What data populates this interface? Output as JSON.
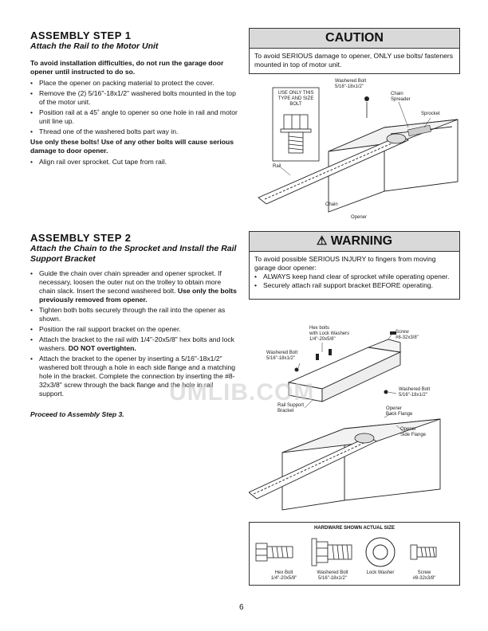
{
  "step1": {
    "title": "ASSEMBLY STEP 1",
    "subtitle": "Attach the Rail to the Motor Unit",
    "intro": "To avoid installation difficulties, do not run the garage door opener until instructed to do so.",
    "bullets": [
      "Place the opener on packing material to protect  the cover.",
      "Remove the (2) 5/16\"-18x1/2\" washered bolts mounted in the top of the motor unit.",
      "Position rail at a 45˚ angle to opener so one hole in rail and motor unit line up.",
      "Thread one of the washered bolts part way in."
    ],
    "warning_line": "Use only these bolts! Use of any other bolts will cause serious damage to door opener.",
    "bullet_last": "Align rail over sprocket. Cut tape from rail."
  },
  "caution": {
    "heading": "CAUTION",
    "text": "To avoid SERIOUS damage to opener, ONLY use bolts/ fasteners mounted in top of motor unit."
  },
  "figure1": {
    "box_text": "USE ONLY THIS TYPE AND SIZE BOLT",
    "label_washered_bolt": "Washered Bolt",
    "label_washered_bolt_size": "5/16\"-18x1/2\"",
    "label_chain_spreader": "Chain Spreader",
    "label_sprocket": "Sprocket",
    "label_rail": "Rail",
    "label_chain": "Chain",
    "label_opener": "Opener"
  },
  "step2": {
    "title": "ASSEMBLY STEP 2",
    "subtitle": "Attach the Chain to the Sprocket and Install the Rail Support Bracket",
    "b1_text": "Guide the chain over chain spreader and opener sprocket. If necessary, loosen the outer nut on the trolley to obtain more chain slack. Insert the second washered bolt.",
    "b1_bold": "Use only the bolts previously removed from opener.",
    "b2": "Tighten both bolts securely through the rail into the opener as shown.",
    "b3": "Position the rail support bracket on the opener.",
    "b4_text": "Attach the bracket to the rail with 1/4\"-20x5/8\" hex bolts and lock washers.",
    "b4_bold": "DO NOT overtighten.",
    "b5": "Attach the bracket to the opener by inserting a 5/16\"-18x1/2\" washered bolt through a hole in each side flange and a matching hole in the bracket. Complete the connection by inserting the  #8-32x3/8\" screw through the back flange and the hole in rail support.",
    "proceed": "Proceed to Assembly Step 3."
  },
  "warning": {
    "heading": "WARNING",
    "text": "To avoid possible SERIOUS INJURY to fingers from moving garage door opener:",
    "bullets": [
      "ALWAYS keep hand clear of sprocket while operating opener.",
      "Securely attach rail support bracket BEFORE operating."
    ]
  },
  "figure2": {
    "label_hex_bolts": "Hex bolts",
    "label_with_lock": "with Lock Washers",
    "label_hex_size": "1/4\"-20x5/8\"",
    "label_screw": "Screw",
    "label_screw_size": "#8-32x3/8\"",
    "label_wb_left": "Washered Bolt",
    "label_wb_left_size": "5/16\"-18x1/2\"",
    "label_wb_right": "Washered Bolt",
    "label_wb_right_size": "5/16\"-18x1/2\"",
    "label_rail_support": "Rail Support",
    "label_bracket": "Bracket",
    "label_back_flange_1": "Opener",
    "label_back_flange_2": "Back Flange",
    "label_side_flange_1": "Opener",
    "label_side_flange_2": "Side Flange"
  },
  "hardware": {
    "title": "HARDWARE SHOWN ACTUAL SIZE",
    "items": [
      {
        "name": "Hex Bolt",
        "size": "1/4\"-20x5/8\""
      },
      {
        "name": "Washered Bolt",
        "size": "5/16\"-18x1/2\""
      },
      {
        "name": "Lock Washer",
        "size": ""
      },
      {
        "name": "Screw",
        "size": "#8-32x3/8\""
      }
    ]
  },
  "watermark": "UMLIB.COM",
  "page_number": "6"
}
